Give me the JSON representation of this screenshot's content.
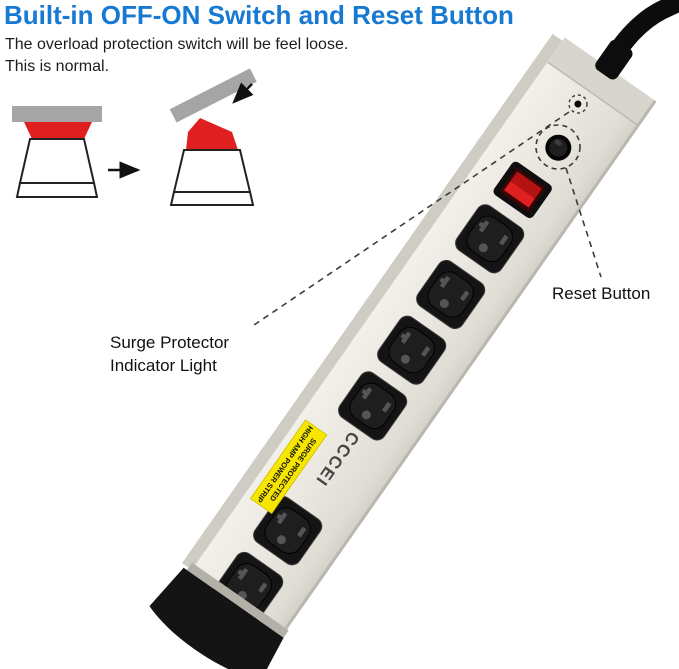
{
  "header": {
    "title": "Built-in OFF-ON Switch and Reset Button",
    "subtitle_line1": "The overload protection switch will be feel loose.",
    "subtitle_line2": "This is normal."
  },
  "annotations": {
    "reset_button_label": "Reset Button",
    "indicator_label_line1": "Surge Protector",
    "indicator_label_line2": "Indicator Light"
  },
  "product": {
    "brand": "CCCEI",
    "warning_line1": "SURGE PROTECTED",
    "warning_line2": "HIGH AMP POWER STRIP"
  },
  "colors": {
    "title_blue": "#1679d2",
    "switch_red": "#e02020",
    "warning_yellow": "#f7e600",
    "strip_face": "#eae8e2",
    "outlet_black": "#161616"
  }
}
